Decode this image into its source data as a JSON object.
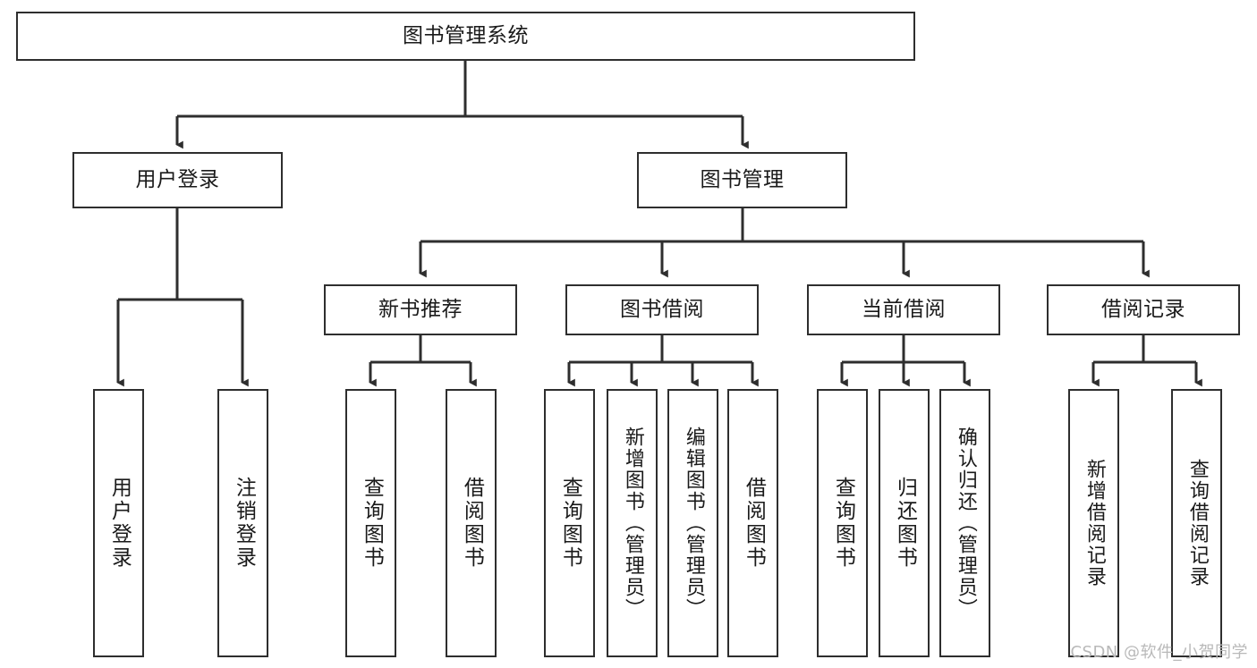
{
  "diagram": {
    "title": "图书管理系统",
    "watermark": "CSDN @软件_小贺同学",
    "stroke_color": "#2e2e2e",
    "fill_color": "#ffffff",
    "text_color": "#1a1a1a",
    "watermark_color": "#b9b9b9",
    "nodes": {
      "root": "图书管理系统",
      "user_login": "用户登录",
      "book_manage": "图书管理",
      "new_book_rec": "新书推荐",
      "book_borrow": "图书借阅",
      "current_borrow": "当前借阅",
      "borrow_record": "借阅记录",
      "leaf_user_login": "用户登录",
      "leaf_logout": "注销登录",
      "leaf_query_book_1": "查询图书",
      "leaf_borrow_book_1": "借阅图书",
      "leaf_query_book_2": "查询图书",
      "leaf_add_book_admin": "新增图书（管理员）",
      "leaf_edit_book_admin": "编辑图书（管理员）",
      "leaf_borrow_book_2": "借阅图书",
      "leaf_query_book_3": "查询图书",
      "leaf_return_book": "归还图书",
      "leaf_confirm_return_admin": "确认归还（管理员）",
      "leaf_add_record": "新增借阅记录",
      "leaf_query_record": "查询借阅记录"
    }
  }
}
